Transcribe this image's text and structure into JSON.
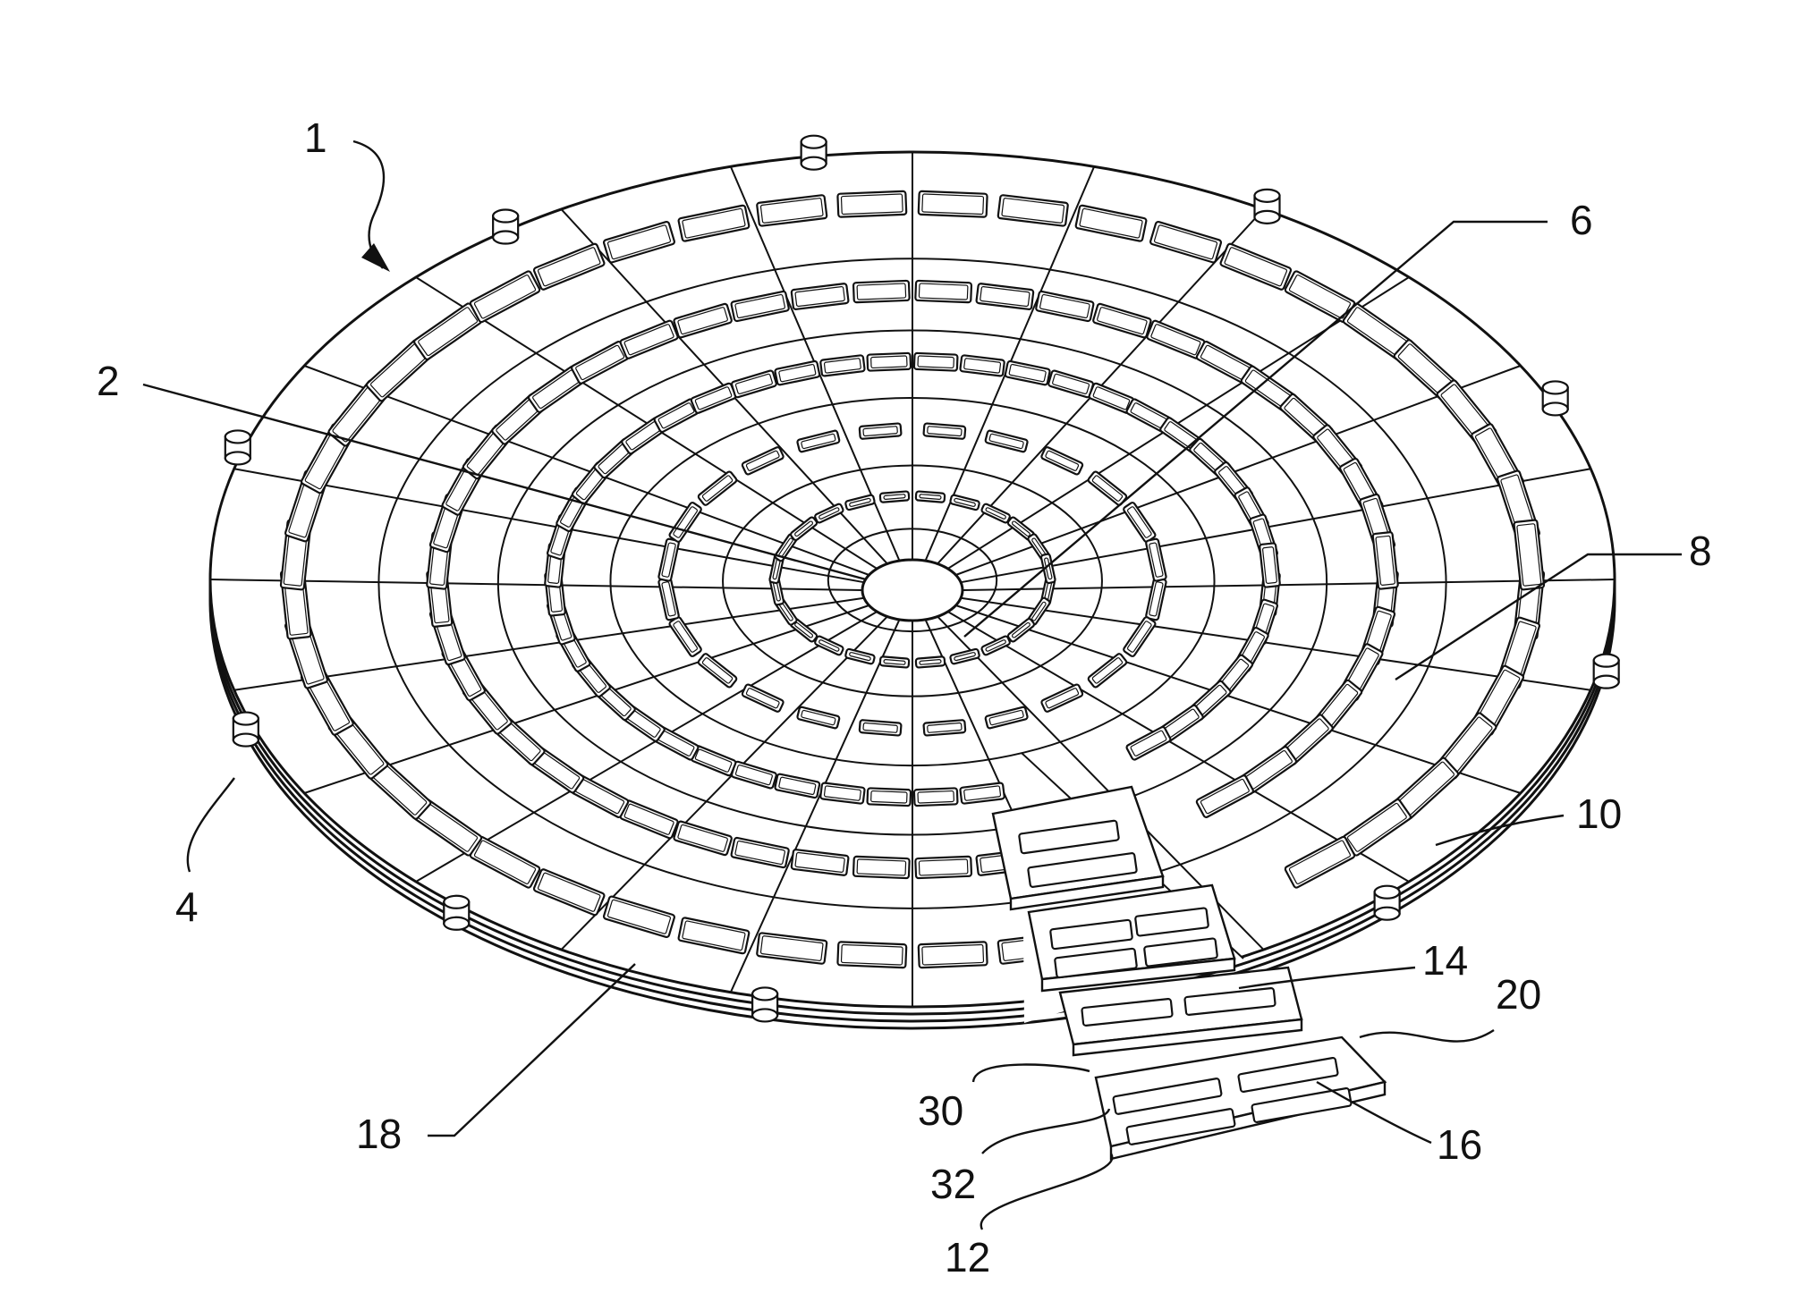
{
  "figure": {
    "reference_numerals": {
      "device": "1",
      "spoke_line": "2",
      "foot": "4",
      "ring_segment": "6",
      "radial_divider": "8",
      "outer_segment": "10",
      "loose_segment_bottom": "12",
      "loose_segment_middle": "14",
      "slot": "16",
      "lower_slot": "18",
      "segment_edge": "20",
      "segment_side_a": "30",
      "segment_side_b": "32"
    }
  }
}
